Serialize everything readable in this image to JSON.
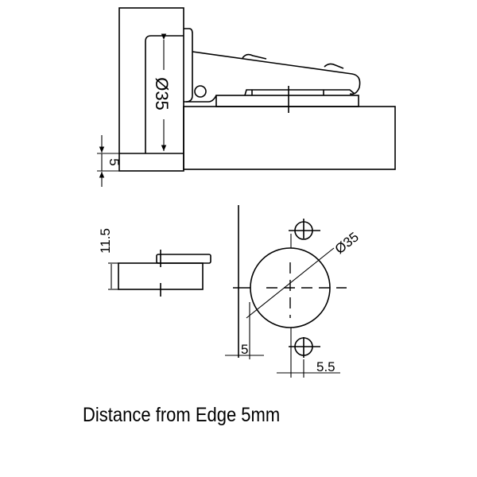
{
  "labels": {
    "side_cup_diameter": "Ø35",
    "side_edge_distance": "5",
    "plate_height": "11.5",
    "plan_cup_diameter": "Ø35",
    "plan_edge_distance": "5",
    "plan_hole_offset": "5.5"
  },
  "caption": "Distance from Edge 5mm"
}
